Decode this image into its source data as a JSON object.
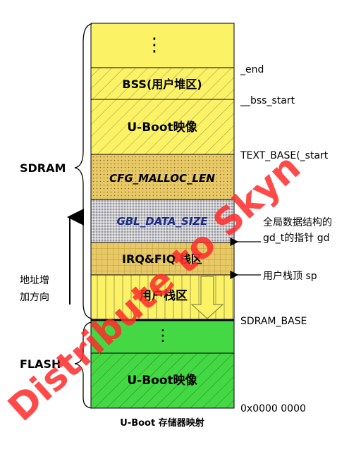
{
  "diagram": {
    "caption": "U-Boot 存储器映射",
    "regions": {
      "sdram": "SDRAM",
      "flash": "FLASH"
    },
    "blocks": {
      "top_dots": "⋮",
      "bss": "BSS(用户堆区)",
      "uboot_image_sdram": "U-Boot映像",
      "cfg_malloc_len": "CFG_MALLOC_LEN",
      "gbl_data_size": "GBL_DATA_SIZE",
      "irq_fiq": "IRQ&FIQ 栈区",
      "user_stack": "用户栈区",
      "flash_dots": "⋮",
      "uboot_image_flash": "U-Boot映像"
    },
    "addresses": {
      "end": "_end",
      "bss_start": "__bss_start",
      "text_base": "TEXT_BASE(_start",
      "sdram_base": "SDRAM_BASE",
      "zero": "0x0000 0000"
    },
    "notes": {
      "global_data_line1": "全局数据结构的",
      "global_data_line2": "gd_t的指针 gd",
      "stack_top": "用户栈顶 sp",
      "addr_dir_line1": "地址增",
      "addr_dir_line2": "加方向"
    },
    "watermark": "Distribute to Skyn",
    "colors": {
      "yellow": "#fbf266",
      "tan": "#e8c967",
      "gray": "#c8c8c8",
      "green": "#44d844",
      "watermark": "#ff2a2a",
      "hatch": "#8f8a4a",
      "black": "#000000"
    }
  }
}
